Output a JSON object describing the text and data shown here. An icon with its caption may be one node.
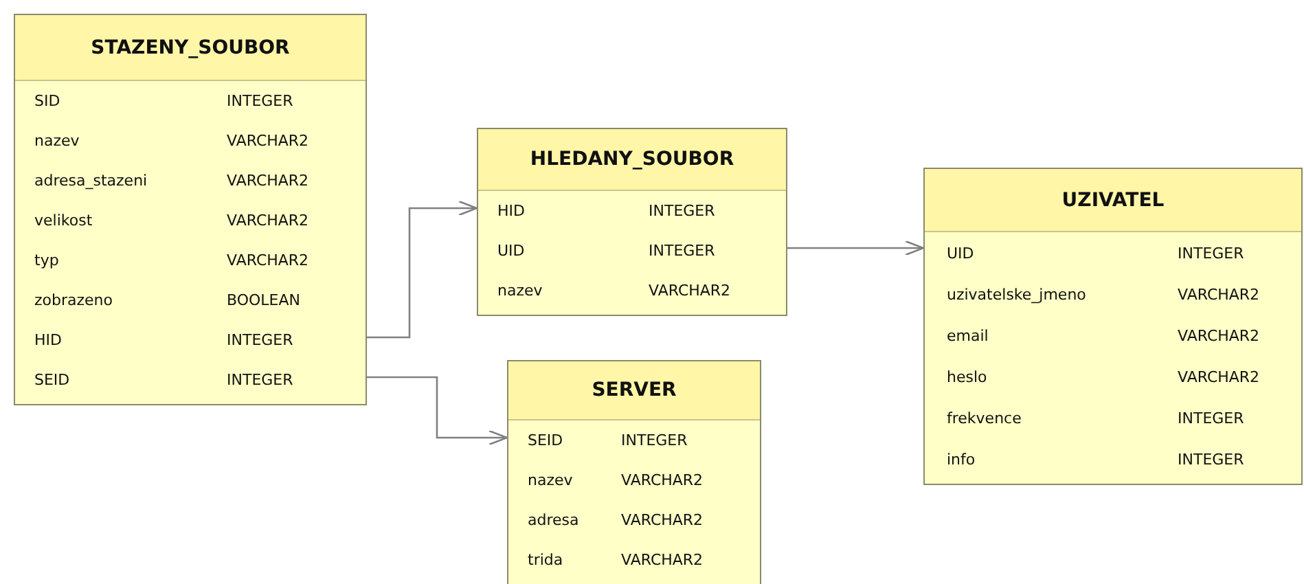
{
  "diagram": {
    "nodes": [
      {
        "text": [
          "STAZENY_SOUBOR",
          "SID",
          "INTEGER",
          "nazev",
          "VARCHAR2",
          "adresa_stazeni",
          "VARCHAR2",
          "velikost",
          "VARCHAR2",
          "typ",
          "VARCHAR2",
          "zobrazeno",
          "BOOLEAN",
          "HID",
          "INTEGER",
          "SEID",
          "INTEGER"
        ]
      },
      {
        "text": [
          "HLEDANY_SOUBOR",
          "HID",
          "INTEGER",
          "UID",
          "INTEGER",
          "nazev",
          "VARCHAR2"
        ]
      },
      {
        "text": [
          "UZIVATEL",
          "UID",
          "INTEGER",
          "uzivatelske_jmeno",
          "VARCHAR2",
          "email",
          "VARCHAR2",
          "heslo",
          "VARCHAR2",
          "frekvence",
          "INTEGER",
          "info",
          "INTEGER"
        ]
      },
      {
        "text": [
          "SERVER",
          "SEID",
          "INTEGER",
          "nazev",
          "VARCHAR2",
          "adresa",
          "VARCHAR2",
          "trida",
          "VARCHAR2"
        ]
      }
    ],
    "edges": [
      {
        "from": 0,
        "to": 1,
        "arrow": "to"
      },
      {
        "from": 0,
        "to": 3,
        "arrow": "to"
      },
      {
        "from": 1,
        "to": 2,
        "arrow": "to"
      }
    ]
  }
}
